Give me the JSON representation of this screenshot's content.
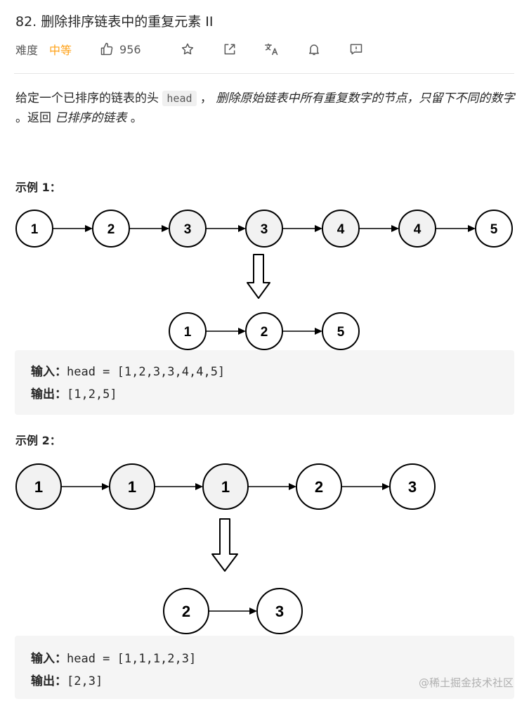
{
  "problem": {
    "title": "82. 删除排序链表中的重复元素 II",
    "difficulty_label": "难度",
    "difficulty_value": "中等",
    "likes": "956",
    "accent_color": "#ffa116"
  },
  "icons": [
    "thumbs-up-icon",
    "star-icon",
    "share-icon",
    "translate-icon",
    "bell-icon",
    "feedback-icon"
  ],
  "description": {
    "p1": "给定一个已排序的链表的头 ",
    "code": "head",
    "p2": " ， ",
    "em1": "删除原始链表中所有重复数字的节点，只留下不同的数字",
    "p3": " 。返回 ",
    "em2": "已排序的链表",
    "p4": " 。"
  },
  "examples": [
    {
      "title": "示例 1：",
      "input_label": "输入：",
      "input_value": "head = [1,2,3,3,4,4,5]",
      "output_label": "输出：",
      "output_value": "[1,2,5]",
      "before": [
        {
          "v": "1",
          "dup": false
        },
        {
          "v": "2",
          "dup": false
        },
        {
          "v": "3",
          "dup": true
        },
        {
          "v": "3",
          "dup": true
        },
        {
          "v": "4",
          "dup": true
        },
        {
          "v": "4",
          "dup": true
        },
        {
          "v": "5",
          "dup": false
        }
      ],
      "after": [
        "1",
        "2",
        "5"
      ]
    },
    {
      "title": "示例 2：",
      "input_label": "输入：",
      "input_value": "head = [1,1,1,2,3]",
      "output_label": "输出：",
      "output_value": "[2,3]",
      "before": [
        {
          "v": "1",
          "dup": true
        },
        {
          "v": "1",
          "dup": true
        },
        {
          "v": "1",
          "dup": true
        },
        {
          "v": "2",
          "dup": false
        },
        {
          "v": "3",
          "dup": false
        }
      ],
      "after": [
        "2",
        "3"
      ]
    }
  ],
  "watermark": "@稀土掘金技术社区"
}
